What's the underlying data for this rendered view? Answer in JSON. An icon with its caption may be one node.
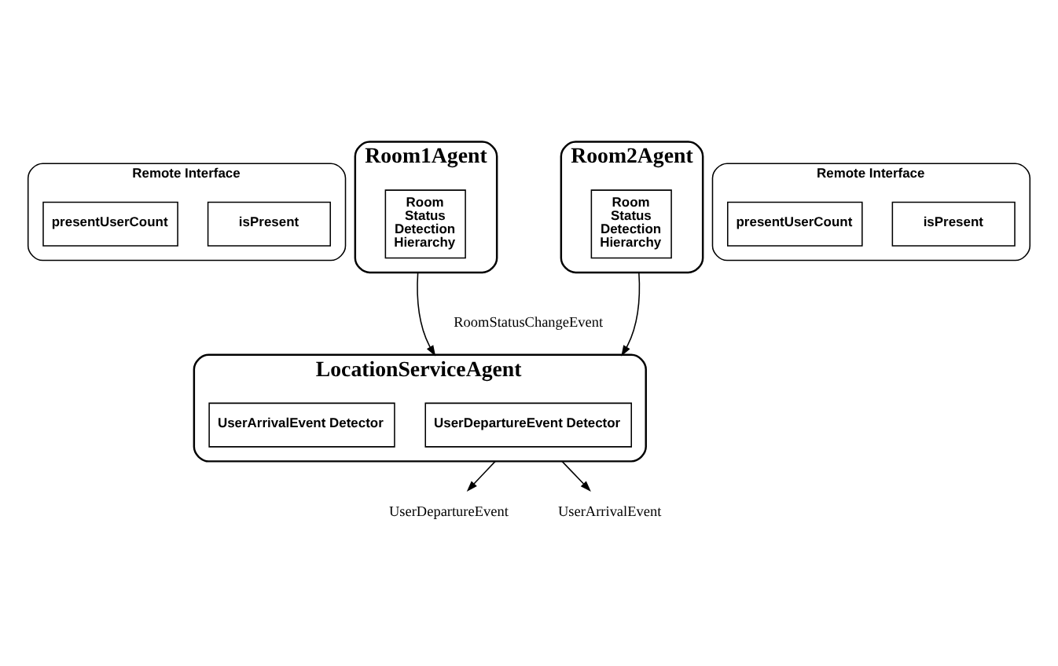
{
  "diagram": {
    "nodes": [
      {
        "text": [
          "Remote Interface"
        ]
      },
      {
        "text": [
          "isPresent"
        ],
        "in": 0
      },
      {
        "text": [
          "presentUserCount"
        ],
        "in": 0
      },
      {
        "text": [
          "Room1Agent"
        ]
      },
      {
        "text": [
          "Room Status Detection Hierarchy"
        ],
        "in": 3
      },
      {
        "text": [
          "Room2Agent"
        ]
      },
      {
        "text": [
          "Room Status Detection Hierarchy"
        ],
        "in": 5
      },
      {
        "text": [
          "Remote Interface"
        ]
      },
      {
        "text": [
          "isPresent"
        ],
        "in": 7
      },
      {
        "text": [
          "presentUserCount"
        ],
        "in": 7
      },
      {
        "text": [
          "LocationServiceAgent"
        ]
      },
      {
        "text": [
          "UserDepartureEvent Detector"
        ],
        "in": 10
      },
      {
        "text": [
          "UserArrivalEvent Detector"
        ],
        "in": 10
      },
      {
        "text": [
          "UserDepartureEvent"
        ]
      },
      {
        "text": [
          "UserArrivalEvent"
        ]
      }
    ],
    "edges": [
      {
        "from": 3,
        "to": 10,
        "arrow": "to"
      },
      {
        "from": 5,
        "to": 10,
        "arrow": "to"
      },
      {
        "from": 10,
        "to": 13,
        "arrow": "to"
      },
      {
        "from": 10,
        "to": 14,
        "arrow": "to"
      }
    ],
    "labels": [
      "RoomStatusChangeEvent"
    ]
  }
}
